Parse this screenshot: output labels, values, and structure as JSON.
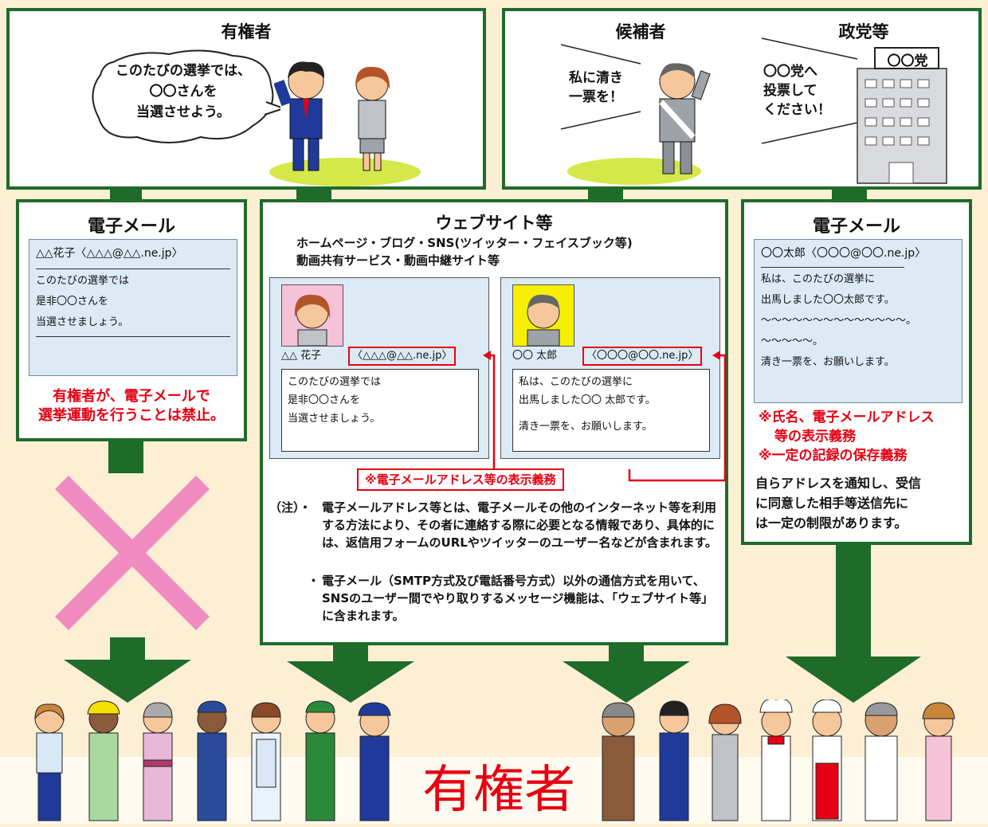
{
  "voters_top": {
    "title": "有権者",
    "bubble": [
      "このたびの選挙では、",
      "〇〇さんを",
      "当選させよう。"
    ]
  },
  "candidate": {
    "title": "候補者",
    "speech": [
      "私に清き",
      "一票を！"
    ]
  },
  "party": {
    "title": "政党等",
    "speech": [
      "〇〇党へ",
      "投票して",
      "ください！"
    ],
    "building_sign": "〇〇党"
  },
  "email_left": {
    "title": "電子メール",
    "from": "△△花子〈△△△@△△.ne.jp〉",
    "body": [
      "このたびの選挙では",
      "是非〇〇さんを",
      "当選させましょう。"
    ],
    "note": [
      "有権者が、電子メールで",
      "選挙運動を行うことは禁止。"
    ]
  },
  "website": {
    "title": "ウェブサイト等",
    "subtitle1": "ホームページ・ブログ・SNS(ツイッター・フェイスブック等)",
    "subtitle2": "動画共有サービス・動画中継サイト等",
    "voter_card": {
      "name": "△△ 花子",
      "address": "〈△△△@△△.ne.jp〉",
      "body": [
        "このたびの選挙では",
        "是非〇〇さんを",
        "当選させましょう。"
      ]
    },
    "candidate_card": {
      "name": "〇〇 太郎",
      "address": "〈〇〇〇@〇〇.ne.jp〉",
      "body": [
        "私は、このたびの選挙に",
        "出馬しました〇〇 太郎です。",
        "",
        "清き一票を、お願いします。"
      ]
    },
    "obligation": "※電子メールアドレス等の表示義務",
    "note_prefix": "（注）・",
    "note1": "電子メールアドレス等とは、電子メールその他のインターネット等を利用する方法により、その者に連絡する際に必要となる情報であり、具体的には、返信用フォームのURLやツイッターのユーザー名などが含まれます。",
    "note2_prefix": "・",
    "note2": "電子メール（SMTP方式及び電話番号方式）以外の通信方式を用いて、SNSのユーザー間でやり取りするメッセージ機能は、「ウェブサイト等」に含まれます。"
  },
  "email_right": {
    "title": "電子メール",
    "from": "〇〇太郎〈〇〇〇@〇〇.ne.jp〉",
    "body": [
      "私は、このたびの選挙に",
      "出馬しました〇〇太郎です。",
      "〜〜〜〜〜〜〜〜〜〜〜〜〜〜。",
      "〜〜〜〜〜。",
      "清き一票を、お願いします。"
    ],
    "red_notes": [
      "※氏名、電子メールアドレス",
      "等の表示義務",
      "※一定の記録の保存義務"
    ],
    "note": [
      "自らアドレスを通知し、受信",
      "に同意した相手等送信先に",
      "は一定の制限があります。"
    ]
  },
  "bottom": {
    "label": "有権者"
  },
  "colors": {
    "green": "#1f6b2a",
    "red": "#e60012",
    "pink_cross": "#f08cc0",
    "background": "#fcefd4",
    "mail_blue": "#dceaf6"
  }
}
